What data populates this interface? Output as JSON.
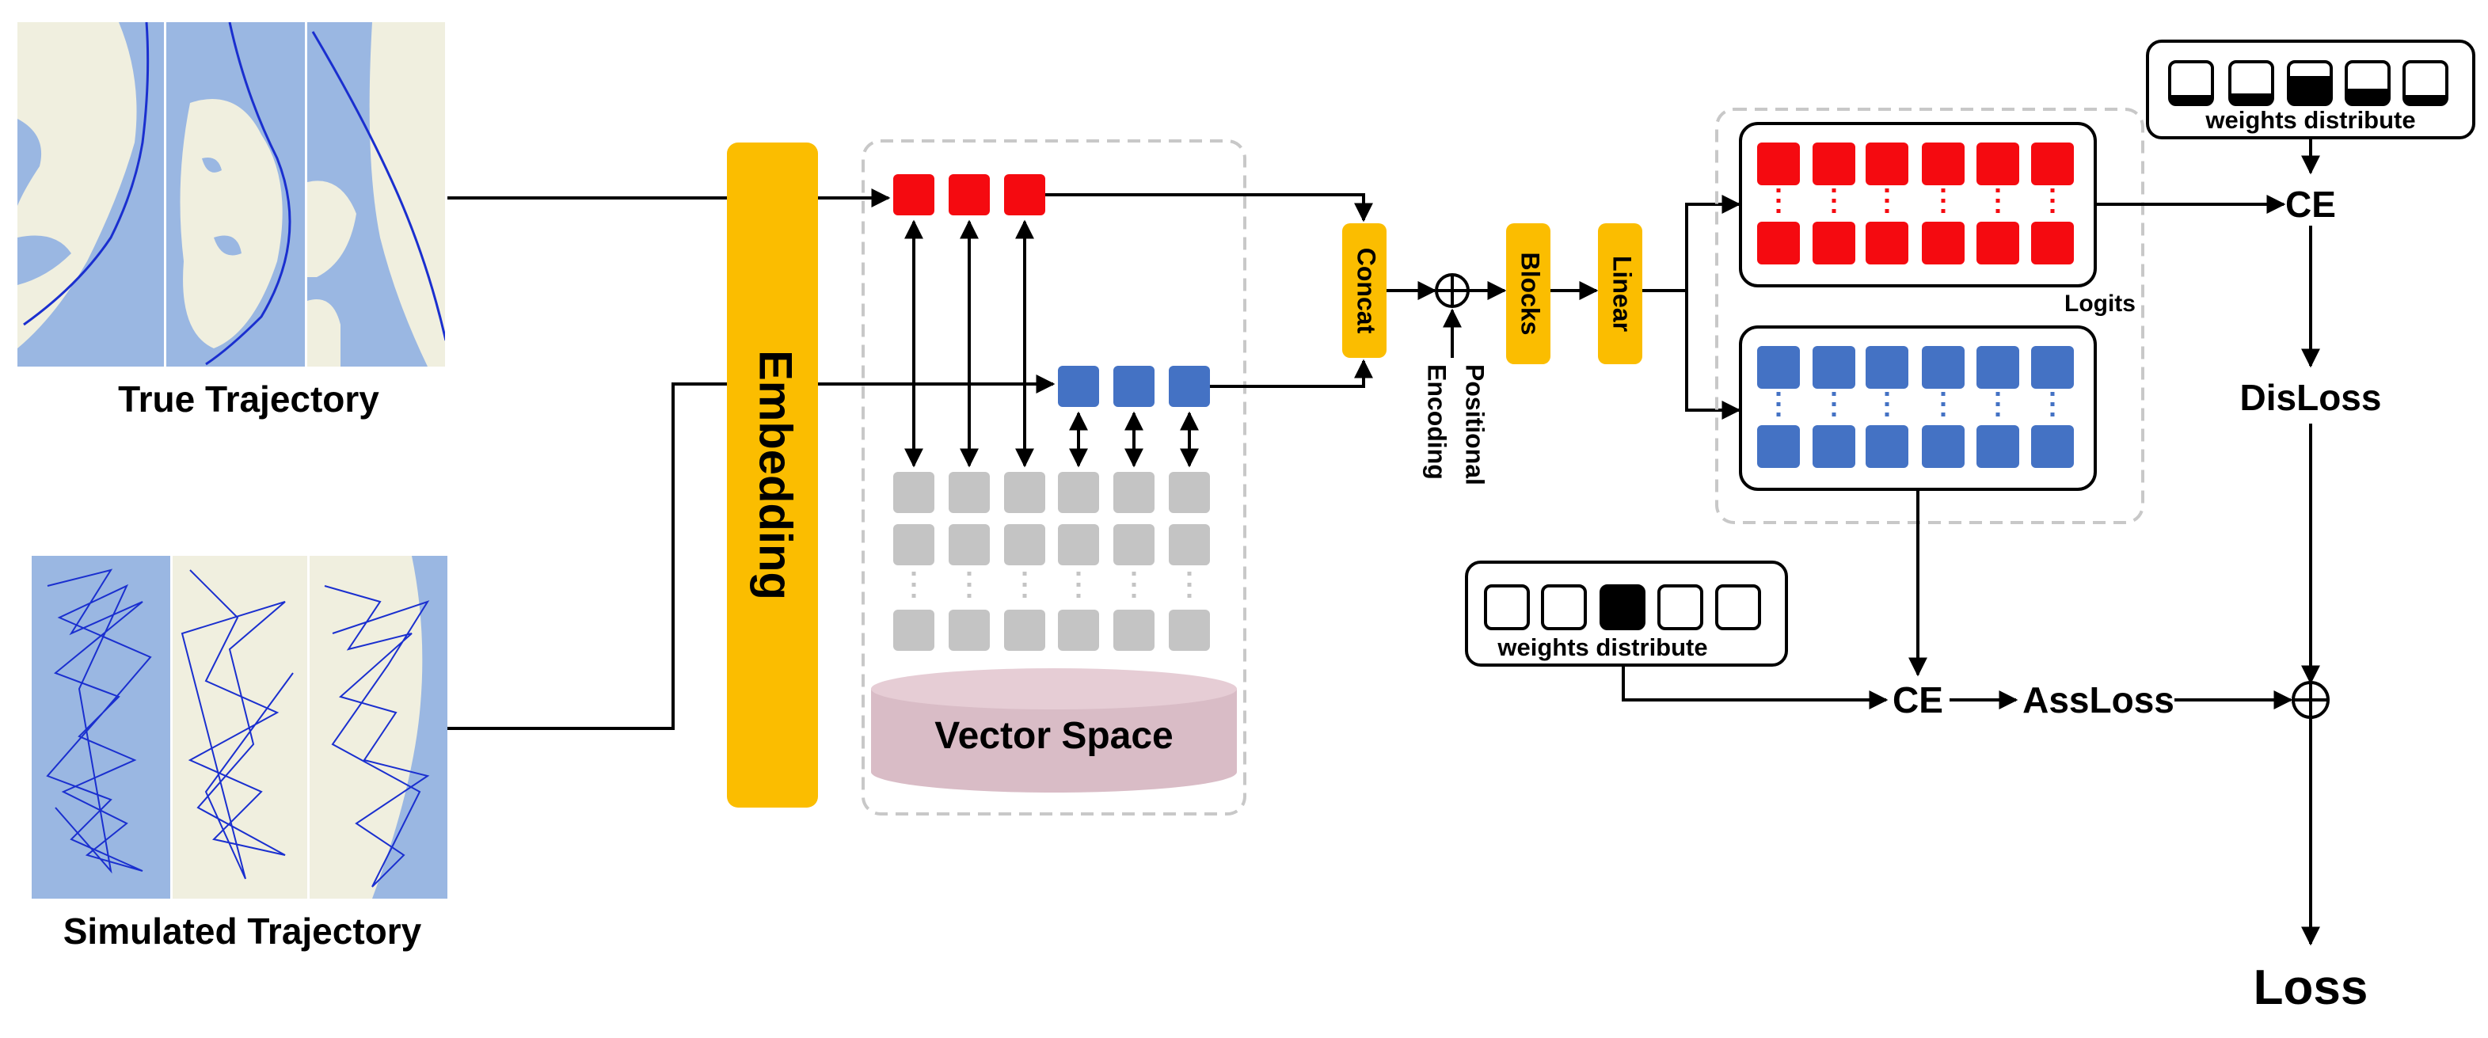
{
  "colors": {
    "water": "#9ab7e2",
    "land": "#f0efdf",
    "trajectory": "#1a2fcf",
    "yellow": "#fbbd00",
    "red": "#f50a10",
    "blue": "#4472c4",
    "gray": "#c4c4c4",
    "vector_space": "#d9bcc6",
    "line": "#000000",
    "dashed": "#c8c8c8"
  },
  "labels": {
    "true_trajectory": "True Trajectory",
    "simulated_trajectory": "Simulated Trajectory",
    "embedding": "Embedding",
    "vector_space": "Vector Space",
    "concat": "Concat",
    "positional_encoding_1": "Positional",
    "positional_encoding_2": "Encoding",
    "blocks": "Blocks",
    "linear": "Linear",
    "logits": "Logits",
    "weights_distribute_top": "weights distribute",
    "weights_distribute_bottom": "weights distribute",
    "ce_top": "CE",
    "ce_bottom": "CE",
    "dis_loss": "DisLoss",
    "ass_loss": "AssLoss",
    "loss": "Loss"
  }
}
